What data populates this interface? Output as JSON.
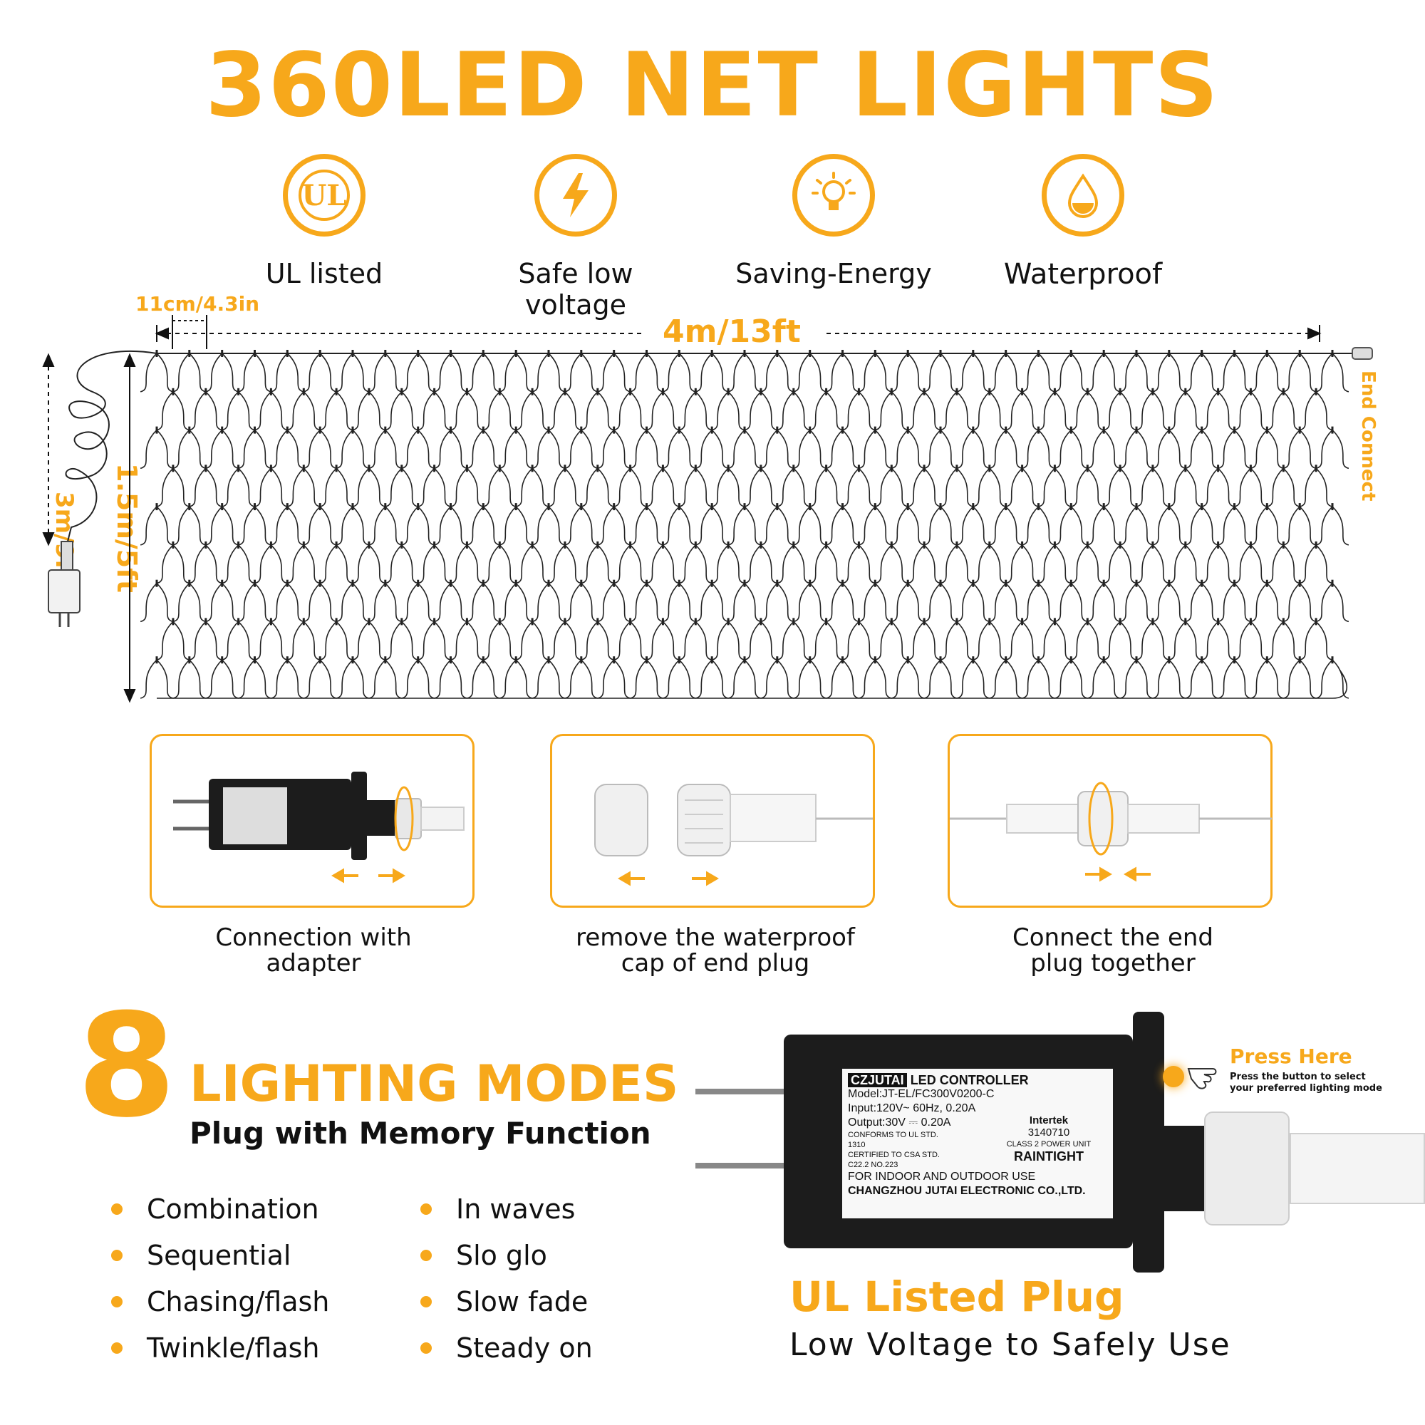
{
  "title": "360LED NET LIGHTS",
  "features": [
    {
      "icon": "ul-icon",
      "label": "UL listed"
    },
    {
      "icon": "lightning-icon",
      "label": "Safe low voltage"
    },
    {
      "icon": "bulb-icon",
      "label": "Saving-Energy"
    },
    {
      "icon": "water-drop-icon",
      "label": "Waterproof"
    }
  ],
  "dimensions": {
    "spacing": "11cm/4.3in",
    "width": "4m/13ft",
    "height": "1.5m/5ft",
    "lead": "3m/9.8ft",
    "end": "End Connect"
  },
  "steps": [
    {
      "caption_1": "Connection with",
      "caption_2": "adapter"
    },
    {
      "caption_1": "remove the waterproof",
      "caption_2": "cap of end plug"
    },
    {
      "caption_1": "Connect the end",
      "caption_2": "plug together"
    }
  ],
  "modes": {
    "count": "8",
    "title": "LIGHTING MODES",
    "subtitle": "Plug with Memory Function",
    "left": [
      "Combination",
      "Sequential",
      "Chasing/flash",
      "Twinkle/flash"
    ],
    "right": [
      "In waves",
      "Slo glo",
      "Slow fade",
      "Steady on"
    ]
  },
  "controller": {
    "brand": "CZJUTAI",
    "name": "LED CONTROLLER",
    "model": "Model:JT-EL/FC300V0200-C",
    "input": "Input:120V~ 60Hz, 0.20A",
    "output": "Output:30V ⎓ 0.20A",
    "std1": "CONFORMS TO UL STD.",
    "std2": "1310",
    "std3": "CERTIFIED TO CSA STD.",
    "std4": "C22.2 NO.223",
    "intertek": "Intertek",
    "code": "3140710",
    "class": "CLASS 2 POWER UNIT",
    "raintight": "RAINTIGHT",
    "use": "FOR INDOOR AND OUTDOOR USE",
    "maker": "CHANGZHOU JUTAI ELECTRONIC CO.,LTD.",
    "press": "Press Here",
    "press_note_1": "Press the button to select",
    "press_note_2": "your preferred lighting mode"
  },
  "ul_plug": {
    "title": "UL Listed Plug",
    "subtitle": "Low Voltage to Safely Use"
  },
  "colors": {
    "accent": "#f7a81b",
    "text": "#111111",
    "plug": "#1c1c1c"
  }
}
